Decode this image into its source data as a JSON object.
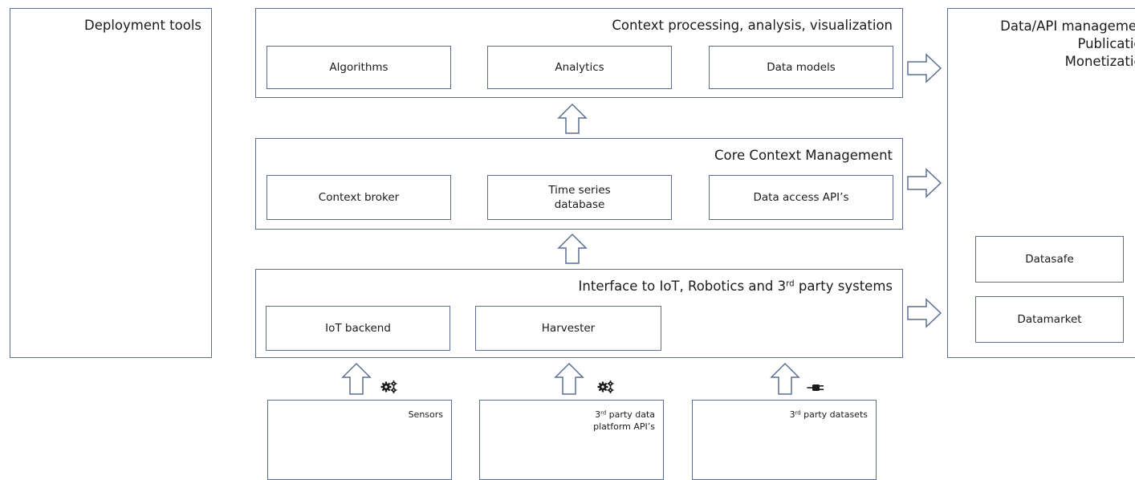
{
  "deployment": {
    "label": "Deployment tools"
  },
  "context_processing": {
    "title": "Context processing, analysis, visualization",
    "items": [
      "Algorithms",
      "Analytics",
      "Data models"
    ]
  },
  "core_context": {
    "title": "Core Context Management",
    "items": [
      "Context broker",
      "Time series\ndatabase",
      "Data access API’s"
    ]
  },
  "interface": {
    "title_pre": "Interface to IoT, Robotics and 3",
    "title_sup": "rd",
    "title_post": " party systems",
    "items": [
      "IoT backend",
      "Harvester"
    ]
  },
  "data_mgmt": {
    "lines": [
      "Data/API management",
      "Publication",
      "Monetization"
    ],
    "items": [
      "Datasafe",
      "Datamarket"
    ]
  },
  "sources": {
    "sensors": "Sensors",
    "platform_sup": "rd",
    "platform_l1_post": " party data",
    "platform_l2": "platform API’s",
    "datasets_sup": "rd",
    "datasets_post": " party datasets",
    "three": "3"
  },
  "icons": {
    "gears": "gears-icon",
    "plug": "plug-icon"
  },
  "colors": {
    "border": "#5b6e95",
    "text": "#1b1b1b",
    "arrow_fill": "#ffffff"
  }
}
